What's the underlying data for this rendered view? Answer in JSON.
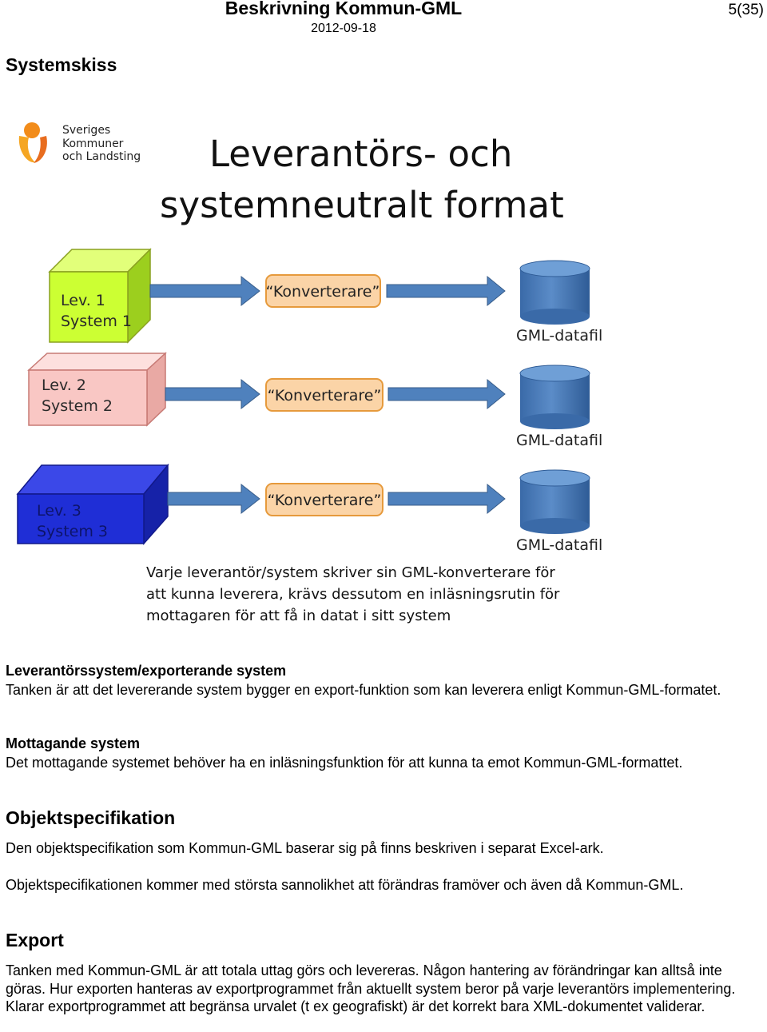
{
  "header": {
    "title": "Beskrivning Kommun-GML",
    "page": "5(35)",
    "date": "2012-09-18"
  },
  "section_systemskiss": {
    "heading": "Systemskiss"
  },
  "figure": {
    "logo_lines": [
      "Sveriges",
      "Kommuner",
      "och Landsting"
    ],
    "title_lines": [
      "Leverantörs- och",
      "systemneutralt format"
    ],
    "rows": [
      {
        "system_lines": [
          "Lev. 1",
          "System 1"
        ],
        "converter": "“Konverterare”",
        "file": "GML-datafil"
      },
      {
        "system_lines": [
          "Lev. 2",
          "System 2"
        ],
        "converter": "“Konverterare”",
        "file": "GML-datafil"
      },
      {
        "system_lines": [
          "Lev. 3",
          "System 3"
        ],
        "converter": "“Konverterare”",
        "file": "GML-datafil"
      }
    ],
    "caption_lines": [
      "Varje leverantör/system skriver sin GML-konverterare för",
      "att kunna leverera, krävs dessutom en inläsningsrutin för",
      "mottagaren för att få in datat i sitt system"
    ]
  },
  "leverantor": {
    "heading": "Leverantörssystem/exporterande system",
    "text": "Tanken är att det levererande system bygger en export-funktion som kan leverera enligt Kommun-GML-formatet."
  },
  "mottagande": {
    "heading": "Mottagande system",
    "text": "Det mottagande systemet behöver ha en inläsningsfunktion för att kunna ta emot Kommun-GML-formattet."
  },
  "objektspecifikation": {
    "heading": "Objektspecifikation",
    "p1": "Den objektspecifikation som Kommun-GML baserar sig på finns beskriven i separat Excel-ark.",
    "p2": "Objektspecifikationen kommer med största sannolikhet att förändras framöver och även då Kommun-GML."
  },
  "export": {
    "heading": "Export",
    "text": "Tanken med Kommun-GML är att totala uttag görs och levereras. Någon hantering av förändringar kan alltså inte göras. Hur exporten hanteras av exportprogrammet från aktuellt system beror på varje leverantörs implementering. Klarar exportprogrammet att begränsa urvalet (t ex geografiskt) är det korrekt bara XML-dokumentet validerar."
  },
  "colors": {
    "system1": "#ccff33",
    "system2": "#f9c7c4",
    "system3": "#1f2ed6",
    "arrow": "#4f81bd",
    "converter_fill": "#fbd4a7",
    "cylinder": "#4f81bd"
  }
}
